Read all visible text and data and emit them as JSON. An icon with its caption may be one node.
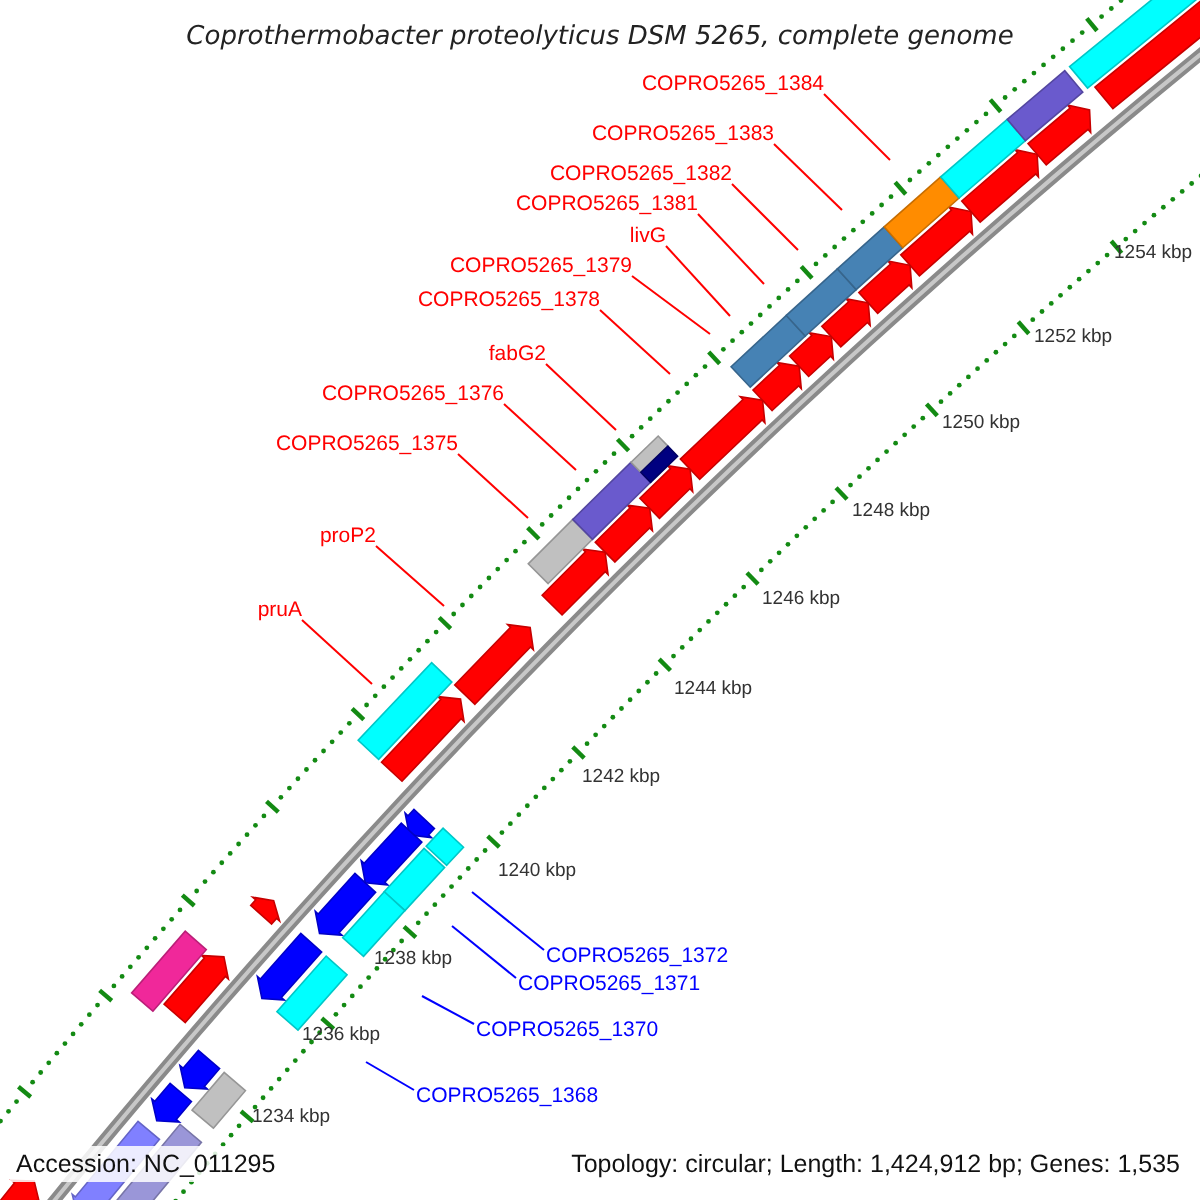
{
  "diagram": {
    "title": "Coprothermobacter proteolyticus DSM 5265, complete genome",
    "nodes": [
      {
        "text": [
          "COPRO5265_1384"
        ]
      },
      {
        "text": [
          "COPRO5265_1383"
        ]
      },
      {
        "text": [
          "COPRO5265_1382"
        ]
      },
      {
        "text": [
          "COPRO5265_1381"
        ]
      },
      {
        "text": [
          "livG"
        ]
      },
      {
        "text": [
          "COPRO5265_1379"
        ]
      },
      {
        "text": [
          "COPRO5265_1378"
        ]
      },
      {
        "text": [
          "fabG2"
        ]
      },
      {
        "text": [
          "COPRO5265_1376"
        ]
      },
      {
        "text": [
          "COPRO5265_1375"
        ]
      },
      {
        "text": [
          "proP2"
        ]
      },
      {
        "text": [
          "pruA"
        ]
      },
      {
        "text": [
          "COPRO5265_1372"
        ]
      },
      {
        "text": [
          "COPRO5265_1371"
        ]
      },
      {
        "text": [
          "COPRO5265_1370"
        ]
      },
      {
        "text": [
          "COPRO5265_1368"
        ]
      }
    ],
    "edges": [
      {
        "from": 0,
        "to": null,
        "arrow": "none"
      },
      {
        "from": 1,
        "to": null,
        "arrow": "none"
      },
      {
        "from": 2,
        "to": null,
        "arrow": "none"
      },
      {
        "from": 3,
        "to": null,
        "arrow": "none"
      },
      {
        "from": 4,
        "to": null,
        "arrow": "none"
      },
      {
        "from": 5,
        "to": null,
        "arrow": "none"
      },
      {
        "from": 6,
        "to": null,
        "arrow": "none"
      },
      {
        "from": 7,
        "to": null,
        "arrow": "none"
      },
      {
        "from": 8,
        "to": null,
        "arrow": "none"
      },
      {
        "from": 9,
        "to": null,
        "arrow": "none"
      },
      {
        "from": 10,
        "to": null,
        "arrow": "none"
      },
      {
        "from": 11,
        "to": null,
        "arrow": "none"
      },
      {
        "from": 12,
        "to": null,
        "arrow": "none",
        "color": "#0000ff"
      },
      {
        "from": 13,
        "to": null,
        "arrow": "none",
        "color": "#0000ff"
      },
      {
        "from": 14,
        "to": null,
        "arrow": "none",
        "color": "#0000ff"
      },
      {
        "from": 15,
        "to": null,
        "arrow": "none",
        "color": "#0000ff"
      }
    ],
    "labels": [
      "1254 kbp",
      "1252 kbp",
      "1250 kbp",
      "1248 kbp",
      "1246 kbp",
      "1244 kbp",
      "1242 kbp",
      "1240 kbp",
      "1238 kbp",
      "1236 kbp",
      "1234 kbp",
      "Accession: NC_011295",
      "Topology: circular; Length: 1,424,912 bp; Genes: 1,535"
    ]
  }
}
